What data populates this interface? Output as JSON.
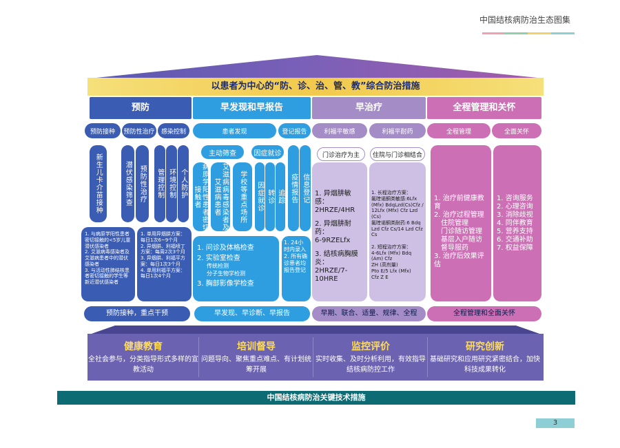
{
  "header": {
    "title": "中国结核病防治生态图集"
  },
  "colors": {
    "blue_dark": "#3a5cb3",
    "blue_light": "#2f9ee0",
    "lavender": "#a48cc7",
    "pink": "#cc6fb4",
    "base": "#6b63b2",
    "footer": "#0d6b74",
    "banner": "#f4d25a"
  },
  "banner": "以患者为中心的“防、诊、治、管、教”综合防治措施",
  "columns": [
    {
      "title": "预防"
    },
    {
      "title": "早发现和早报告"
    },
    {
      "title": "早治疗"
    },
    {
      "title": "全程管理和关怀"
    }
  ],
  "subheads": {
    "prevention": [
      "预防接种",
      "预防性治疗",
      "感染控制"
    ],
    "detection": [
      "患者发现",
      "登记报告"
    ],
    "treatment": [
      "利福平敏感",
      "利福平耐药"
    ],
    "management": [
      "全程管理",
      "全面关怀"
    ]
  },
  "prevention": {
    "vaccine": "新生儿卡介苗接种",
    "preventive": [
      "潜伏感染筛查",
      "预防性治疗"
    ],
    "infection": [
      "管理控制",
      "环境控制",
      "个人防护"
    ],
    "detail_left": "1. 与病原学阳性患者密切接触的<5岁儿童潜伏感染者\n2. 艾滋病毒感染者及艾滋病患者中的潜伏感染者\n3. 与活动性肺结核患者密切接触的学生等新近潜伏感染者",
    "detail_right": "1. 单用异烟肼方案：每日1次6~9个月\n2. 异烟肼、利福喷丁方案：每周2次3个月\n3. 异烟肼、利福平方案：每日1次3个月\n4. 单用利福平方案：每日1次4个月",
    "footer": "预防接种，重点干预"
  },
  "detection": {
    "active_label": "主动筛查",
    "passive_label": "因症就诊",
    "active_items": [
      "病原学阳性患者密切接触者",
      "艾滋病病毒感染者及艾滋病患者",
      "学校等重点场所"
    ],
    "passive_items": [
      "因症就诊",
      "转诊",
      "追踪"
    ],
    "report_items": [
      "疫情报告",
      "信息登记"
    ],
    "exam": [
      "1. 问诊及体格检查",
      "2. 实验室检查",
      "传统检测",
      "分子生物学检测",
      "3. 胸部影像学检查"
    ],
    "report_detail": "1. 24小时内录入\n2. 所有确诊患者均报告登记",
    "footer": "早发现、早诊断、早报告"
  },
  "treatment": {
    "mode_left": "门诊治疗为主",
    "mode_right": "住院与门诊相结合",
    "sensitive": [
      "1. 异烟肼敏感：",
      "2HRZE/4HR",
      "2. 异烟肼耐药：",
      "6-9RZELfx",
      "3. 结核病胸膜炎：",
      "2HRZE/7-",
      "10HRE"
    ],
    "resistant": "1. 长程治疗方案：\n氟喹诺酮类敏感:6Lfx (Mfx) BdqLzd(Cs)Cfz / 12Lfx (Mfx) Cfz Lzd (Cs)\n氟喹诺酮类耐药:6 Bdq Lzd Cfz Cs/14 Lzd Cfz Cs\n\n2. 短程治疗方案：\n4-6Lfx (Mfx) Bdq (Am) Cfz\nZH (高剂量)\nPto E/5 Lfx (Mfx)\nCfz Z E",
    "footer": "早期、联合、适量、规律、全程"
  },
  "management": {
    "left": [
      "1. 治疗前健康教育",
      "2. 治疗过程管理",
      "住院管理",
      "门诊随访管理",
      "基层入户随访",
      "督导服药",
      "3. 治疗后效果评估"
    ],
    "right": [
      "1. 咨询服务",
      "2. 心理咨询",
      "3. 消除歧视",
      "4. 同伴教育",
      "5. 营养支持",
      "6. 交通补助",
      "7. 权益保障"
    ],
    "footer": "全程管理和全面关怀"
  },
  "base": [
    {
      "title": "健康教育",
      "desc": "全社会参与，分类指导形式多样的宣教活动"
    },
    {
      "title": "培训督导",
      "desc": "问题导向、聚焦重点难点、有计划统筹开展"
    },
    {
      "title": "监控评价",
      "desc": "实时收集、及时分析利用，有效指导结核病防控工作"
    },
    {
      "title": "研究创新",
      "desc": "基础研究和应用研究紧密结合，加快科技成果转化"
    }
  ],
  "footer": "中国结核病防治关键技术措施",
  "page_number": "3"
}
